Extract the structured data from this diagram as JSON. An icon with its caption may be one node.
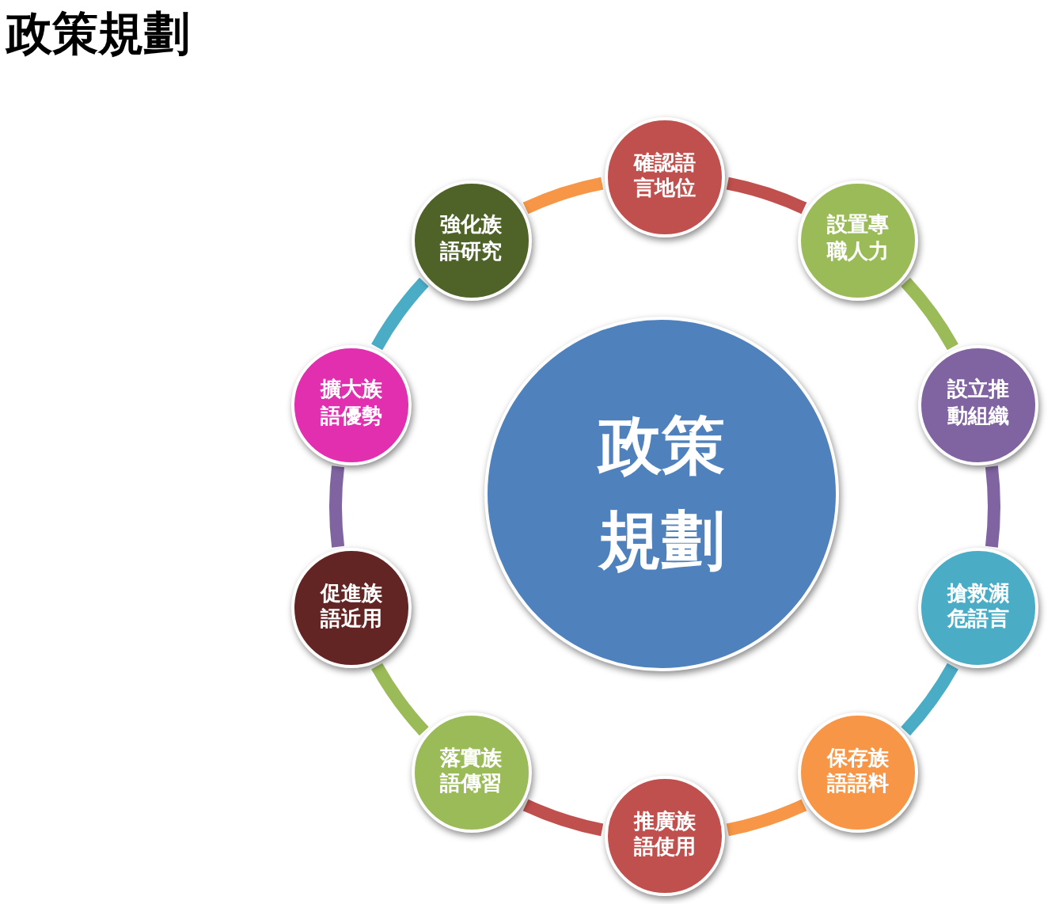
{
  "diagram": {
    "title": "政策規劃",
    "nodes": [
      {
        "text": [
          "政策規劃"
        ]
      },
      {
        "text": [
          "確認語言地位"
        ]
      },
      {
        "text": [
          "設置專職人力"
        ]
      },
      {
        "text": [
          "設立推動組織"
        ]
      },
      {
        "text": [
          "搶救瀕危語言"
        ]
      },
      {
        "text": [
          "保存族語語料"
        ]
      },
      {
        "text": [
          "推廣族語使用"
        ]
      },
      {
        "text": [
          "落實族語傳習"
        ]
      },
      {
        "text": [
          "促進族語近用"
        ]
      },
      {
        "text": [
          "擴大族語優勢"
        ]
      },
      {
        "text": [
          "強化族語研究"
        ]
      }
    ],
    "edges": [
      {
        "from": 1,
        "to": 2,
        "arrow": "none",
        "color": "#c0504d"
      },
      {
        "from": 2,
        "to": 3,
        "arrow": "none",
        "color": "#9bbb59"
      },
      {
        "from": 3,
        "to": 4,
        "arrow": "none",
        "color": "#8064a2"
      },
      {
        "from": 4,
        "to": 5,
        "arrow": "none",
        "color": "#4bacc6"
      },
      {
        "from": 5,
        "to": 6,
        "arrow": "none",
        "color": "#f79646"
      },
      {
        "from": 6,
        "to": 7,
        "arrow": "none",
        "color": "#c0504d"
      },
      {
        "from": 7,
        "to": 8,
        "arrow": "none",
        "color": "#9bbb59"
      },
      {
        "from": 8,
        "to": 9,
        "arrow": "none",
        "color": "#8064a2"
      },
      {
        "from": 9,
        "to": 10,
        "arrow": "none",
        "color": "#4bacc6"
      },
      {
        "from": 10,
        "to": 1,
        "arrow": "none",
        "color": "#f79646"
      }
    ]
  }
}
